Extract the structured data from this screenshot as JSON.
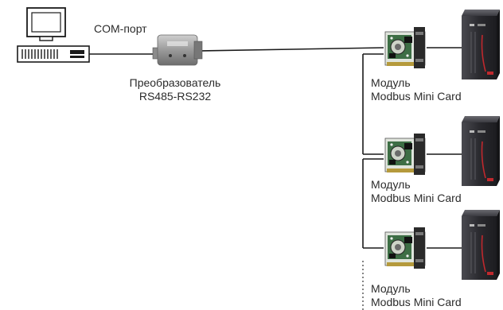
{
  "diagram": {
    "com_port_label": "COM-порт",
    "converter": {
      "line1": "Преобразователь",
      "line2": "RS485-RS232"
    },
    "modules": [
      {
        "line1": "Модуль",
        "line2": "Modbus Mini Card"
      },
      {
        "line1": "Модуль",
        "line2": "Modbus Mini Card"
      },
      {
        "line1": "Модуль",
        "line2": "Modbus Mini Card"
      }
    ],
    "colors": {
      "line": "#1a1a1a",
      "ups_body": "#2e2e33",
      "ups_accent": "#c0282d",
      "board_green": "#2f6b3a"
    },
    "icons": [
      "computer-icon",
      "converter-icon",
      "module-card-icon",
      "ups-icon"
    ]
  }
}
